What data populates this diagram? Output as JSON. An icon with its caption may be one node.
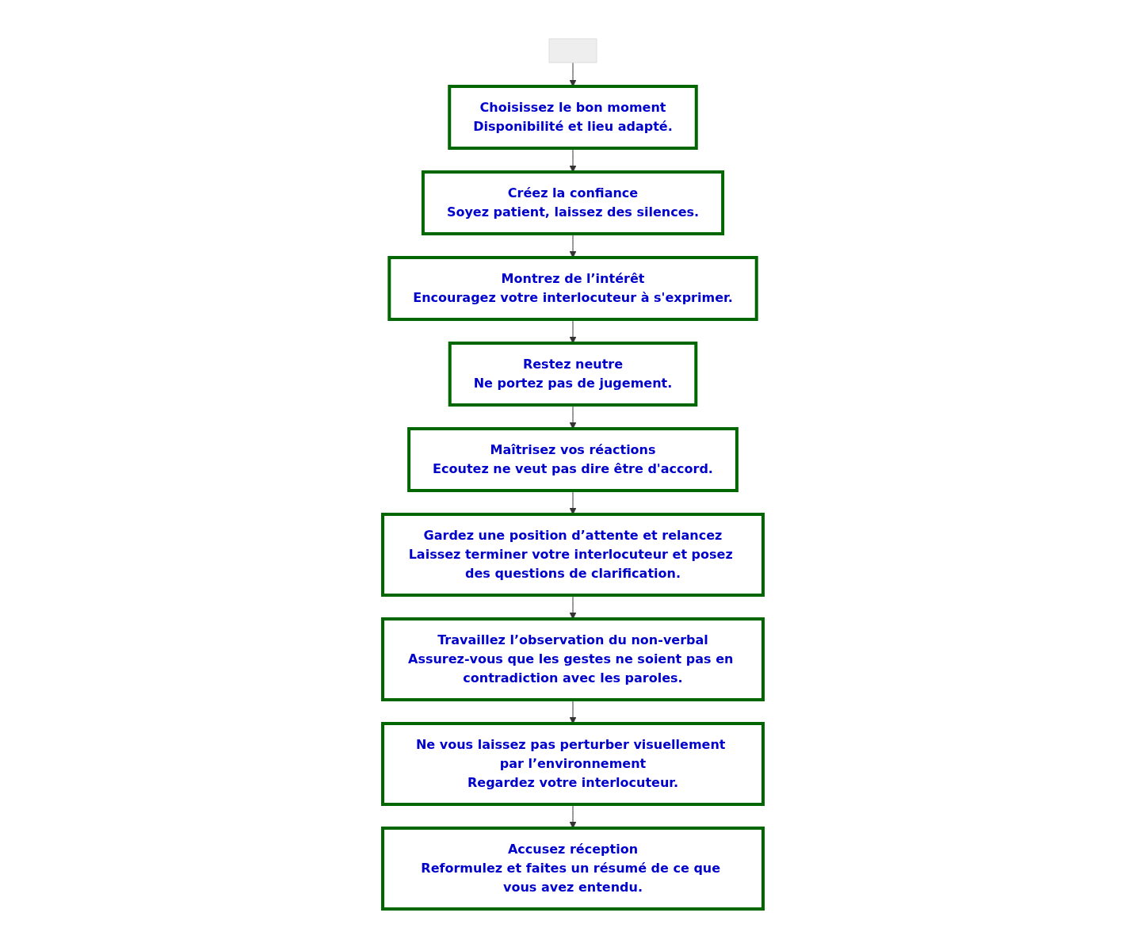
{
  "diagram": {
    "nodes": [
      {
        "text": [],
        "shape": "box"
      },
      {
        "text": [
          "Choisissez le bon moment",
          "Disponibilité et lieu adapté."
        ]
      },
      {
        "text": [
          "Créez la confiance",
          "Soyez patient, laissez des silences."
        ]
      },
      {
        "text": [
          "Montrez de l’intérêt",
          "Encouragez votre interlocuteur à s'exprimer."
        ]
      },
      {
        "text": [
          "Restez neutre",
          "Ne portez pas de jugement."
        ]
      },
      {
        "text": [
          "Maîtrisez vos réactions",
          "Ecoutez ne veut pas dire être d'accord."
        ]
      },
      {
        "text": [
          "Gardez une position d’attente et relancez",
          "Laissez terminer votre interlocuteur et posez des questions de clarification."
        ]
      },
      {
        "text": [
          "Travaillez l’observation du non-verbal",
          "Assurez-vous que les gestes ne soient pas en contradiction avec les paroles."
        ]
      },
      {
        "text": [
          "Ne vous laissez pas perturber visuellement par l’environnement",
          "Regardez votre interlocuteur."
        ]
      },
      {
        "text": [
          "Accusez réception",
          "Reformulez et faites un résumé de ce que vous avez entendu."
        ]
      }
    ],
    "edges": [
      {
        "from": 0,
        "to": 1,
        "arrow": "to"
      },
      {
        "from": 1,
        "to": 2,
        "arrow": "to"
      },
      {
        "from": 2,
        "to": 3,
        "arrow": "to"
      },
      {
        "from": 3,
        "to": 4,
        "arrow": "to"
      },
      {
        "from": 4,
        "to": 5,
        "arrow": "to"
      },
      {
        "from": 5,
        "to": 6,
        "arrow": "to"
      },
      {
        "from": 6,
        "to": 7,
        "arrow": "to"
      },
      {
        "from": 7,
        "to": 8,
        "arrow": "to"
      },
      {
        "from": 8,
        "to": 9,
        "arrow": "to"
      }
    ]
  }
}
